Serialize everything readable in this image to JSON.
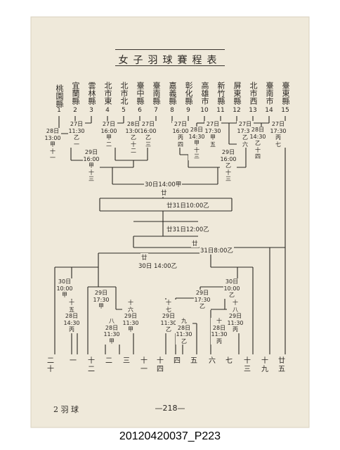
{
  "page": {
    "title": "女子羽球賽程表",
    "footer_left": "2 羽 球",
    "footer_page": "—218—",
    "caption": "20120420037_P223"
  },
  "teams": [
    {
      "name": "桃園縣",
      "number": "1"
    },
    {
      "name": "宜蘭縣",
      "number": "2"
    },
    {
      "name": "雲林縣",
      "number": "3"
    },
    {
      "name": "北市東",
      "number": "4"
    },
    {
      "name": "北市北",
      "number": "5"
    },
    {
      "name": "臺中縣",
      "number": "6"
    },
    {
      "name": "臺南縣",
      "number": "7"
    },
    {
      "name": "嘉義縣",
      "number": "8"
    },
    {
      "name": "彰化縣",
      "number": "9"
    },
    {
      "name": "高雄市",
      "number": "10"
    },
    {
      "name": "新竹縣",
      "number": "11"
    },
    {
      "name": "屏東縣",
      "number": "12"
    },
    {
      "name": "北市西",
      "number": "13"
    },
    {
      "name": "臺南市",
      "number": "14"
    },
    {
      "name": "臺東縣",
      "number": "15"
    }
  ],
  "upper_matches": [
    {
      "text": "27日\n11:30\n乙\n一"
    },
    {
      "text": "28日\n13:00\n甲\n十\n一"
    },
    {
      "text": "27日\n16:00\n甲\n二"
    },
    {
      "text": "28日\n13:00\n乙\n十\n二"
    },
    {
      "text": "27日\n16:00\n乙\n三"
    },
    {
      "text": "29日\n16:00\n甲\n十\n三"
    },
    {
      "text": "27日\n16:00\n丙\n四"
    },
    {
      "text": "28日\n14:30\n甲\n十\n三"
    },
    {
      "text": "27日\n17:30\n甲\n五"
    },
    {
      "text": "27日\n17:30\n乙\n六"
    },
    {
      "text": "28日\n14:30\n乙\n十\n四"
    },
    {
      "text": "27日\n17:30\n丙\n七"
    },
    {
      "text": "29日\n16:00\n乙\n十\n三"
    }
  ],
  "center_labels": {
    "final_30": "30日14:00甲",
    "final_30_code": "廿",
    "round_31_1000": "廿31日10:00乙",
    "round_31_1200": "廿31日12:00乙",
    "round_31_800": "31日8:00乙",
    "code_a": "廿",
    "consolation_30": "30日 14:00乙",
    "consolation_30_code": "廿"
  },
  "lower_matches": [
    {
      "text": "30日\n10:00\n甲"
    },
    {
      "text": "29日\n17:30\n甲"
    },
    {
      "text": "十\n五\n28日\n14:30\n丙"
    },
    {
      "text": "十\n六\n29日\n11:30\n甲"
    },
    {
      "text": "八\n28日\n11:30\n甲"
    },
    {
      "text": "30日\n10:00\n乙"
    },
    {
      "text": "29日\n17:30\n乙"
    },
    {
      "text": "十\n七\n29日\n11:30\n乙"
    },
    {
      "text": "九\n28日\n11:30\n乙"
    },
    {
      "text": "十\n八\n29日\n11:30\n丙"
    },
    {
      "text": "十\n28日\n11:30\n丙"
    }
  ],
  "bottom_places": [
    "二\n十",
    "一",
    "十\n二",
    "二",
    "三",
    "十\n一",
    "十\n四",
    "四",
    "五",
    "六",
    "七",
    "十\n三",
    "十\n九",
    "廿\n五"
  ]
}
